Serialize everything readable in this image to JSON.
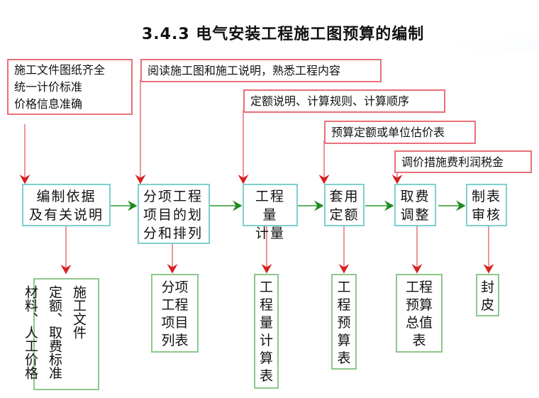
{
  "title": "3.4.3  电气安装工程施工图预算的编制",
  "inputs": [
    {
      "lines": [
        "施工文件图纸齐全",
        "统一计价标准",
        "价格信息准确"
      ]
    },
    {
      "lines": [
        "阅读施工图和施工说明，熟悉工程内容"
      ]
    },
    {
      "lines": [
        "定额说明、计算规则、计算顺序"
      ]
    },
    {
      "lines": [
        "预算定额或单位估价表"
      ]
    },
    {
      "lines": [
        "调价措施费利润税金"
      ]
    }
  ],
  "steps": [
    {
      "lines": [
        "编制依据",
        "及有关说明"
      ]
    },
    {
      "lines": [
        "分项工程",
        "项目的划",
        "分和排列"
      ]
    },
    {
      "lines": [
        "工程量",
        "计量"
      ]
    },
    {
      "lines": [
        "套用",
        "定额"
      ]
    },
    {
      "lines": [
        "取费",
        "调整"
      ]
    },
    {
      "lines": [
        "制表",
        "审核"
      ]
    }
  ],
  "outputs": [
    {
      "lines": [
        "施工文件",
        "定额、取费标准",
        "材料、人工价格"
      ]
    },
    {
      "lines": [
        "分项",
        "工程",
        "项目",
        "列表"
      ]
    },
    {
      "lines": [
        "工",
        "程",
        "量",
        "计",
        "算",
        "表"
      ]
    },
    {
      "lines": [
        "工",
        "程",
        "预",
        "算",
        "表"
      ]
    },
    {
      "lines": [
        "工程",
        "预算",
        "总值",
        "表"
      ]
    },
    {
      "lines": [
        "封",
        "皮"
      ]
    }
  ],
  "colors": {
    "input_border": "#e8707a",
    "step_border": "#7fcfcf",
    "output_border": "#8cc88c",
    "red_arrow": "#e03030",
    "green_arrow": "#2a9a2a"
  }
}
